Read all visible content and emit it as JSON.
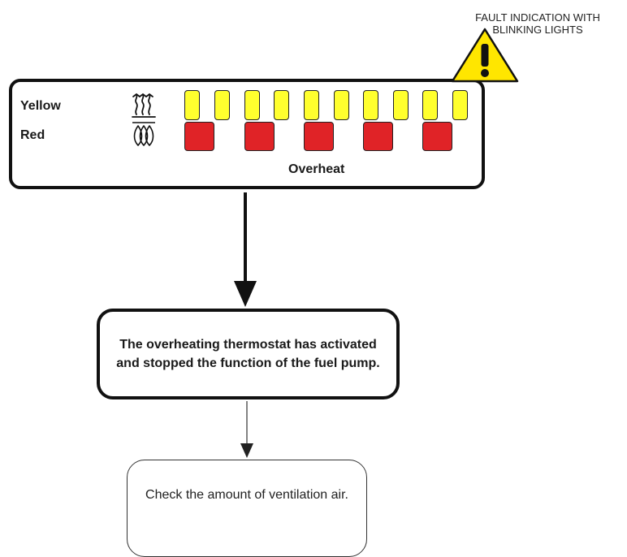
{
  "fault_note": "FAULT INDICATION WITH\nBLINKING LIGHTS",
  "panel": {
    "yellow_label": "Yellow",
    "red_label": "Red",
    "caption": "Overheat",
    "yellow_lamp_count": 10,
    "red_lamp_count": 5
  },
  "cause": "The overheating thermostat has activated and stopped the function of the fuel pump.",
  "action": "Check the amount of ventilation air.",
  "colors": {
    "lamp_yellow": "#ffff2e",
    "lamp_red": "#e02327",
    "warning_yellow": "#ffe600"
  },
  "icons": {
    "warning": "warning-triangle-icon",
    "heat": "heat-waves-icon",
    "flame": "flame-icon"
  }
}
